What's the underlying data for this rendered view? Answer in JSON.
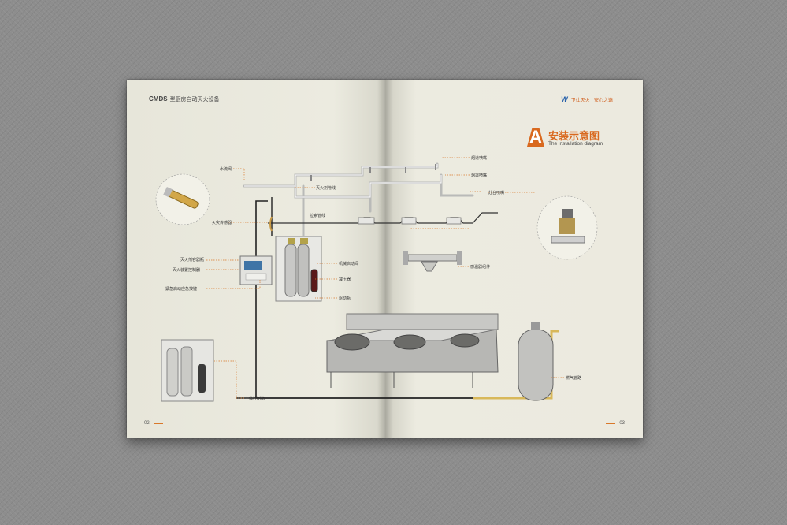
{
  "brochure": {
    "header_left_code": "CMDS",
    "header_left_title": "型厨房自动灭火设备",
    "header_right_logo": "W",
    "header_right_slogan": "卫仕灭火 · 安心之选",
    "page_left": "02",
    "page_right": "03"
  },
  "title": {
    "letter": "A",
    "zh": "安装示意图",
    "en": "The installation diagram"
  },
  "labels": {
    "water_valve": "水流阀",
    "agent_pipe": "灭火剂管线",
    "smoke_nozzle": "烟道喷嘴",
    "hood_nozzle": "烟罩喷嘴",
    "stove_nozzle": "灶台喷嘴",
    "fire_detector": "火灾传感器",
    "pull_cable": "拉索管线",
    "agent_bottle": "灭火剂容器瓶",
    "controller": "灭火装置控制器",
    "emergency_button": "紧急启动应急按键",
    "mech_valve": "机械启动阀",
    "pressure_reducer": "减压器",
    "driver_bottle": "驱动瓶",
    "fusible_link": "感温器组件",
    "control_box": "主体控制箱",
    "gas_pipe": "燃气管路"
  },
  "colors": {
    "accent": "#d9691f",
    "page": "#e9e8dc",
    "pipe": "#c8c9c7",
    "gas_pipe": "#d8b85a"
  }
}
